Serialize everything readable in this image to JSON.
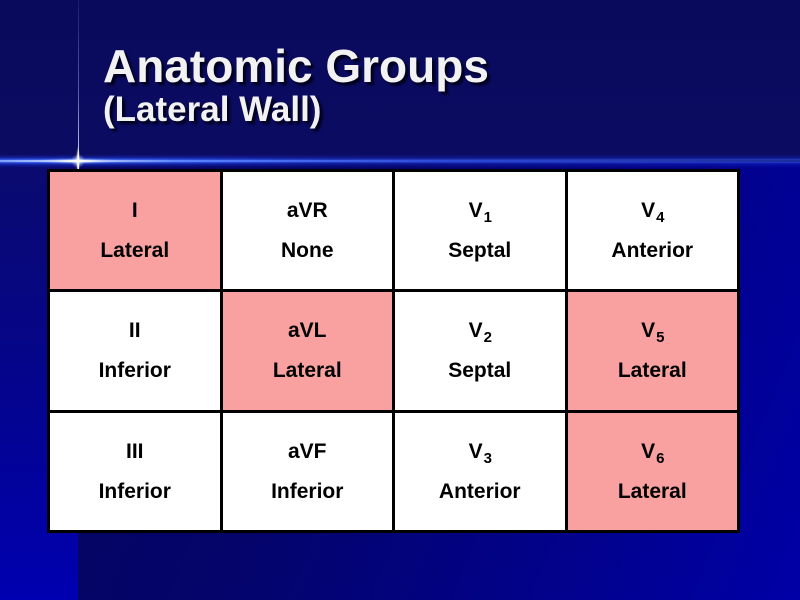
{
  "slide": {
    "title": "Anatomic Groups",
    "subtitle": "(Lateral Wall)"
  },
  "colors": {
    "background_top": "#0a0a5e",
    "background_bottom_right": "#0000a6",
    "left_stripe_bottom": "#0000b0",
    "beam_blue": "#3c69ff",
    "flare_white": "#ffffff",
    "title_text": "#f2f2f2",
    "highlight_cell": "#f9a0a0",
    "normal_cell": "#ffffff",
    "table_border": "#000000",
    "cell_text": "#000000"
  },
  "table": {
    "columns": 4,
    "rows": [
      [
        {
          "lead": "I",
          "sub": "",
          "region": "Lateral",
          "highlight": true
        },
        {
          "lead": "aVR",
          "sub": "",
          "region": "None",
          "highlight": false
        },
        {
          "lead": "V",
          "sub": "1",
          "region": "Septal",
          "highlight": false
        },
        {
          "lead": "V",
          "sub": "4",
          "region": "Anterior",
          "highlight": false
        }
      ],
      [
        {
          "lead": "II",
          "sub": "",
          "region": "Inferior",
          "highlight": false
        },
        {
          "lead": "aVL",
          "sub": "",
          "region": "Lateral",
          "highlight": true
        },
        {
          "lead": "V",
          "sub": "2",
          "region": "Septal",
          "highlight": false
        },
        {
          "lead": "V",
          "sub": "5",
          "region": "Lateral",
          "highlight": true
        }
      ],
      [
        {
          "lead": "III",
          "sub": "",
          "region": "Inferior",
          "highlight": false
        },
        {
          "lead": "aVF",
          "sub": "",
          "region": "Inferior",
          "highlight": false
        },
        {
          "lead": "V",
          "sub": "3",
          "region": "Anterior",
          "highlight": false
        },
        {
          "lead": "V",
          "sub": "6",
          "region": "Lateral",
          "highlight": true
        }
      ]
    ]
  }
}
